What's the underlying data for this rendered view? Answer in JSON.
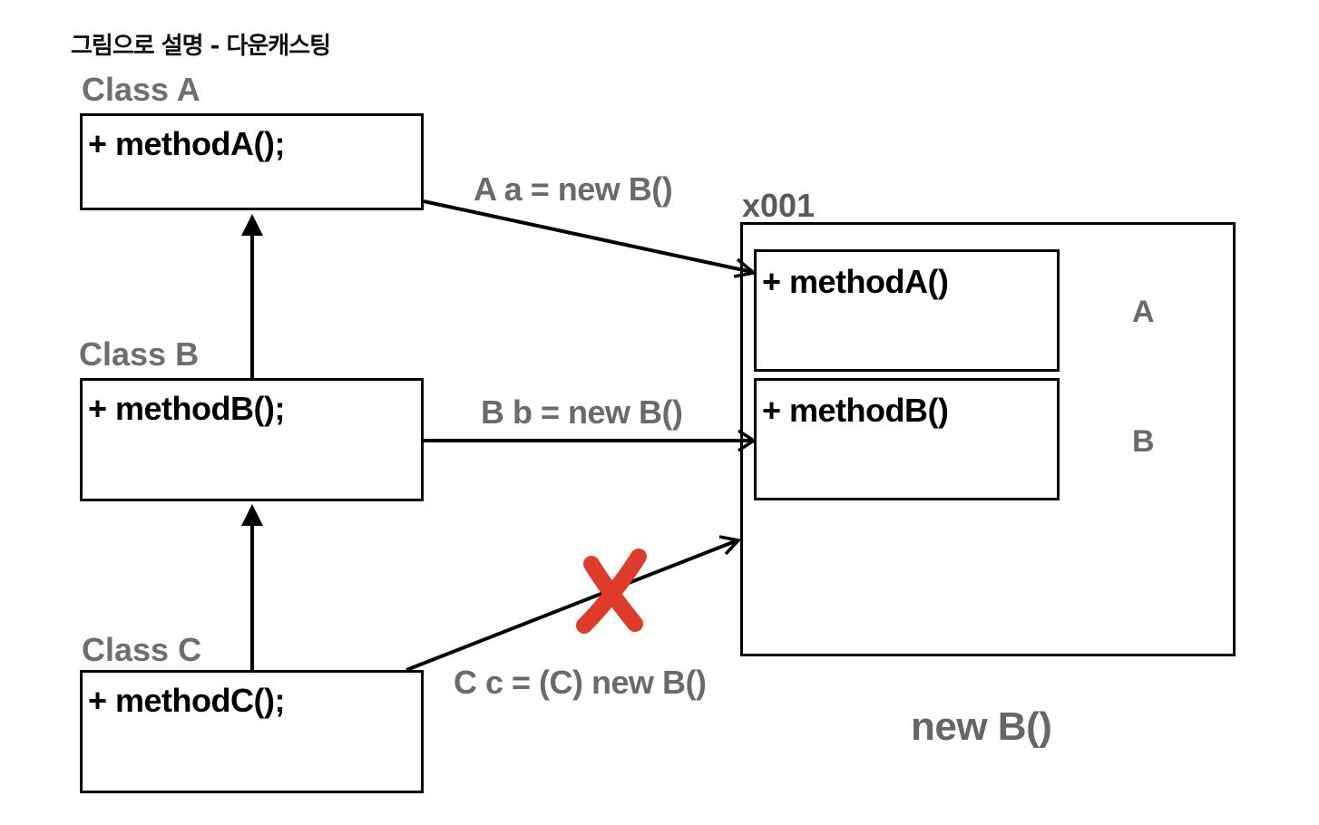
{
  "title": "그림으로 설명 - 다운캐스팅",
  "classes": {
    "a": {
      "label": "Class A",
      "method": "+ methodA();"
    },
    "b": {
      "label": "Class B",
      "method": "+ methodB();"
    },
    "c": {
      "label": "Class C",
      "method": "+ methodC();"
    }
  },
  "instance": {
    "address": "x001",
    "slot_a": {
      "method": "+ methodA()",
      "label": "A"
    },
    "slot_b": {
      "method": "+ methodB()",
      "label": "B"
    },
    "caption": "new B()"
  },
  "references": {
    "a": "A a = new B()",
    "b": "B b = new B()",
    "c": "C c = (C) new B()"
  },
  "colors": {
    "invalid_mark": "#e03a2a"
  }
}
